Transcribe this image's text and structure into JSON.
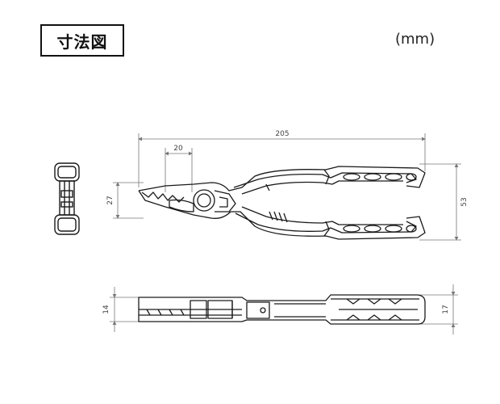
{
  "header": {
    "title": "寸法図",
    "unit": "(mm)"
  },
  "dimensions": {
    "overall_length": "205",
    "jaw_length": "20",
    "head_height": "27",
    "handle_width": "53",
    "jaw_thickness": "14",
    "handle_thickness": "17"
  },
  "colors": {
    "line": "#1a1a1a",
    "dimension_line": "#777777",
    "background": "#ffffff"
  }
}
